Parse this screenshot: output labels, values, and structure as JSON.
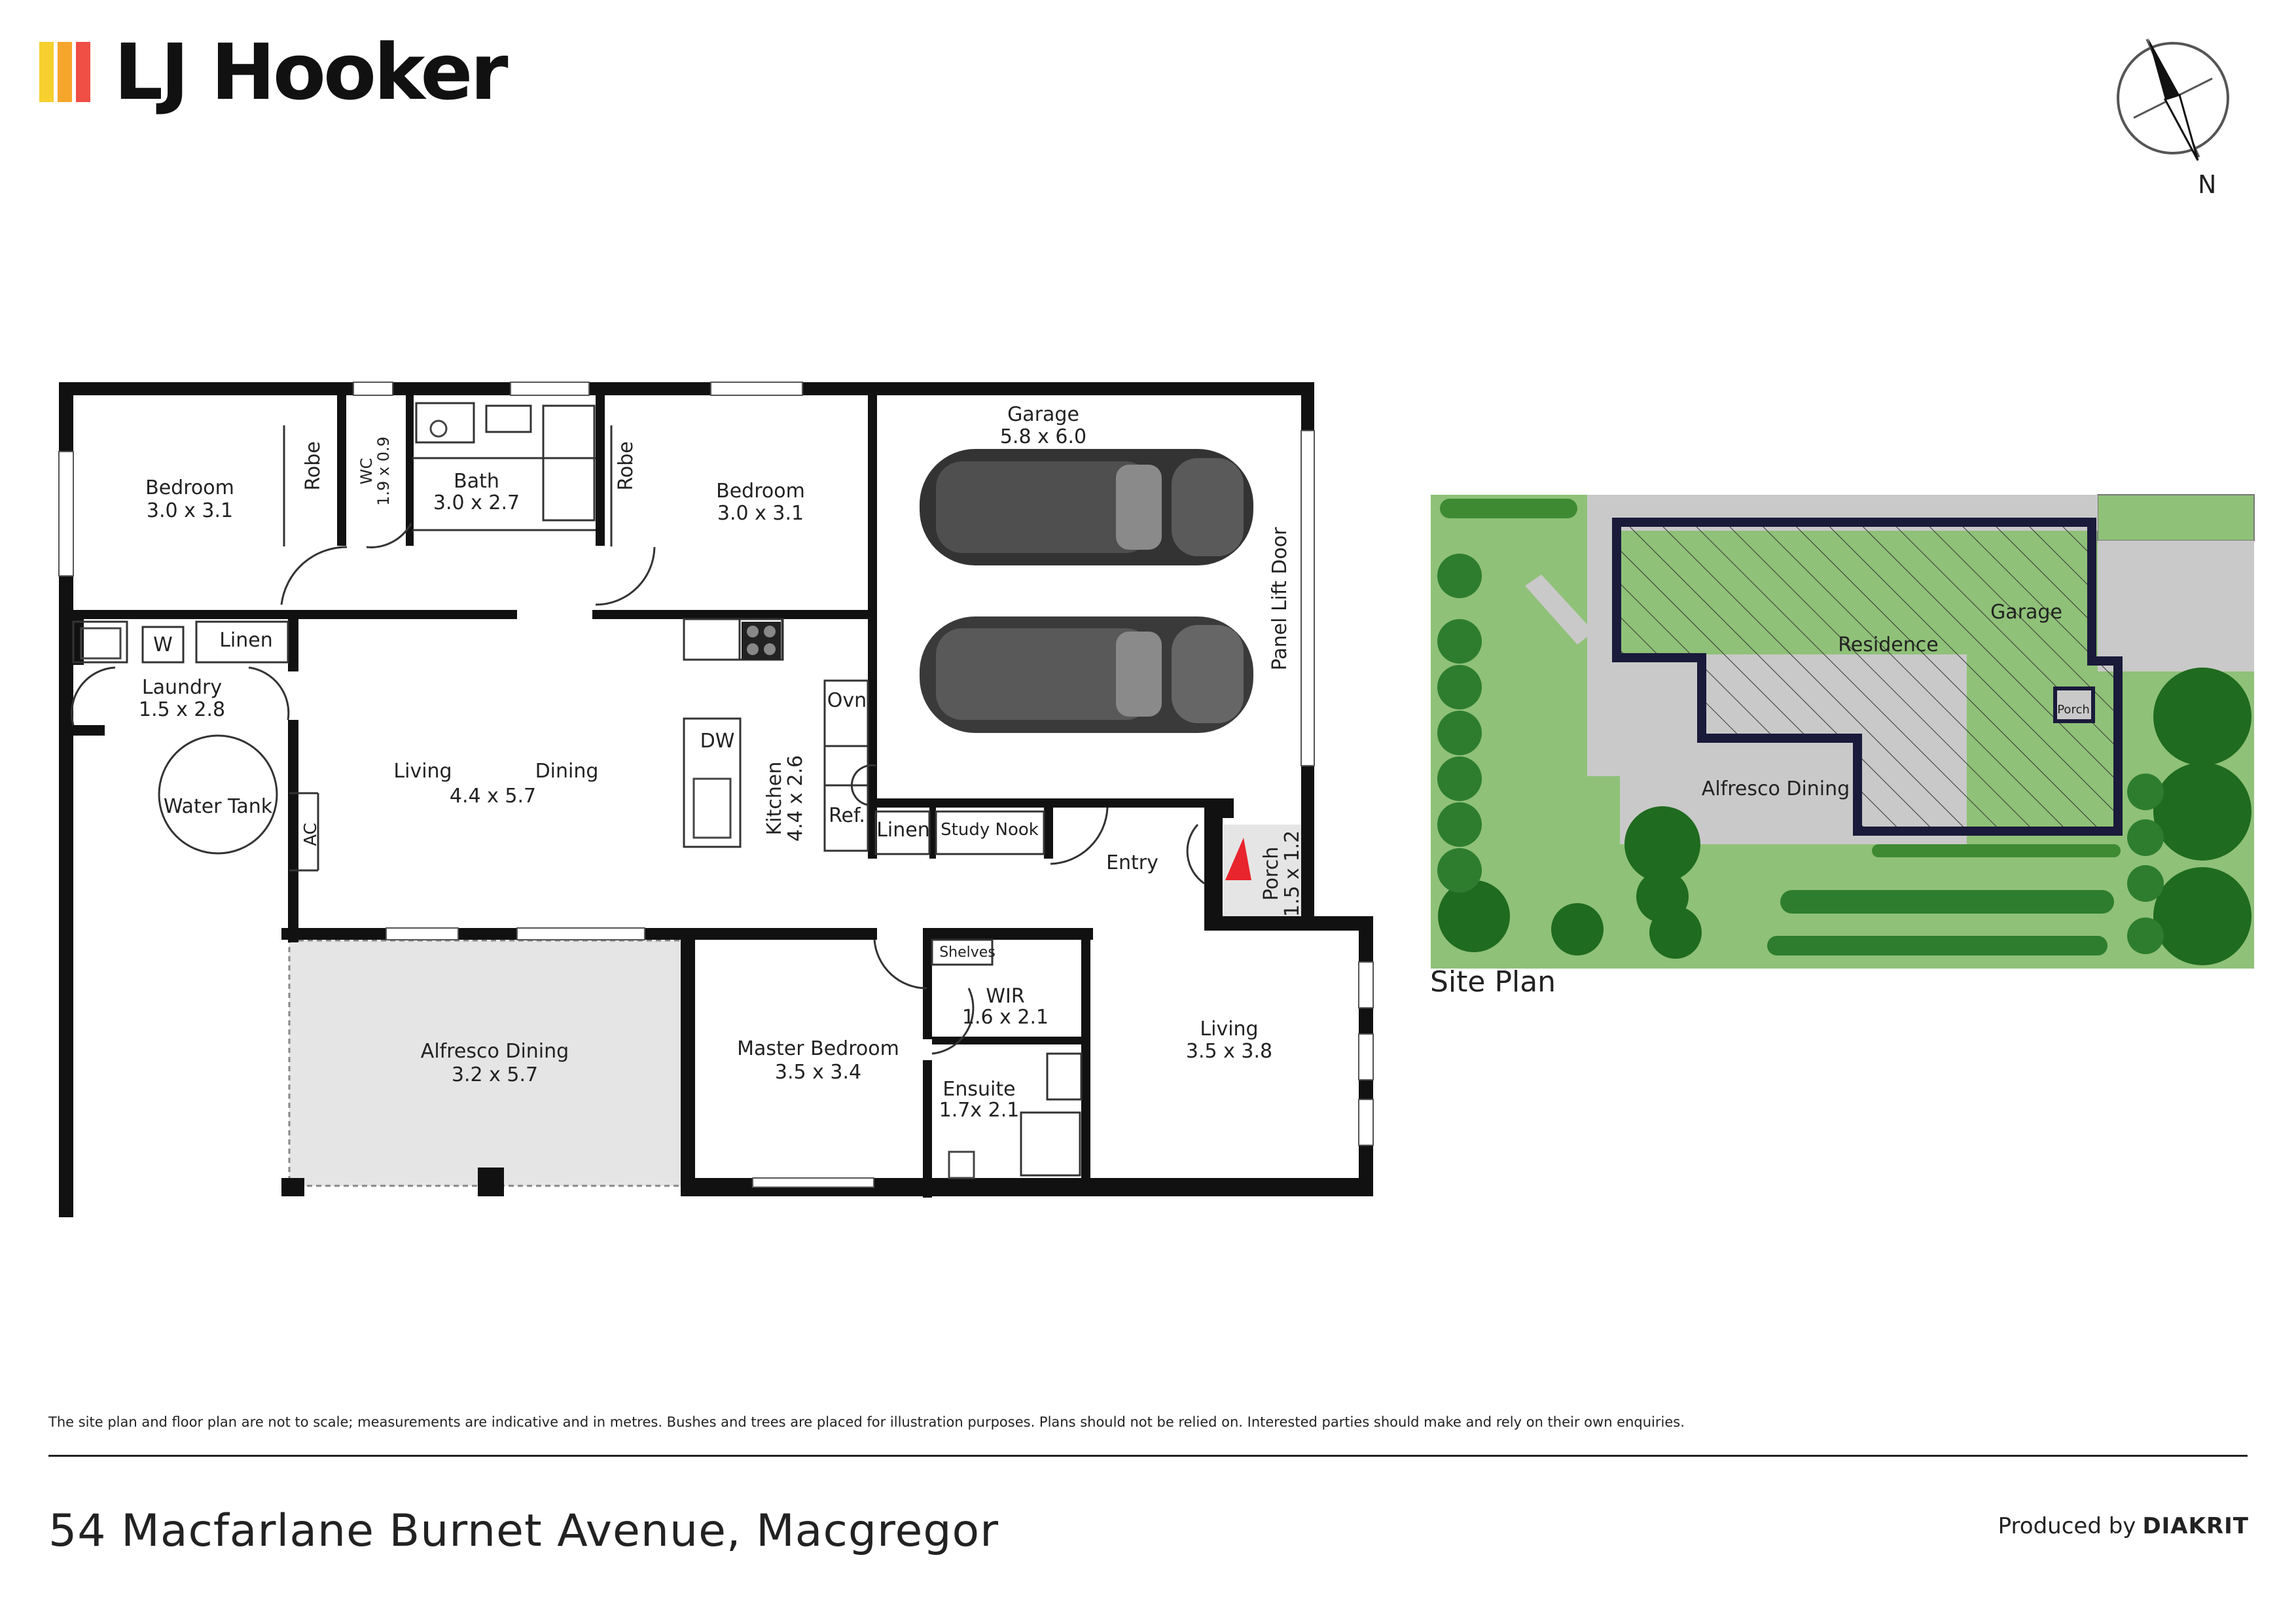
{
  "brand": {
    "name": "LJ Hooker",
    "bar_colors": [
      "#f7cf2e",
      "#f7a62c",
      "#ef4f45"
    ]
  },
  "compass": {
    "label": "N"
  },
  "floor_plan": {
    "rooms": [
      {
        "id": "bedroom-1",
        "name": "Bedroom",
        "size": "3.0 x 3.1"
      },
      {
        "id": "robe-1",
        "name": "Robe",
        "size": ""
      },
      {
        "id": "wc",
        "name": "WC",
        "size": "1.9 x 0.9"
      },
      {
        "id": "bath",
        "name": "Bath",
        "size": "3.0 x 2.7"
      },
      {
        "id": "robe-2",
        "name": "Robe",
        "size": ""
      },
      {
        "id": "bedroom-2",
        "name": "Bedroom",
        "size": "3.0 x 3.1"
      },
      {
        "id": "garage",
        "name": "Garage",
        "size": "5.8 x 6.0"
      },
      {
        "id": "panel-lift-door",
        "name": "Panel Lift Door",
        "size": ""
      },
      {
        "id": "laundry",
        "name": "Laundry",
        "size": "1.5 x 2.8"
      },
      {
        "id": "laundry-w",
        "name": "W",
        "size": ""
      },
      {
        "id": "laundry-linen",
        "name": "Linen",
        "size": ""
      },
      {
        "id": "water-tank",
        "name": "Water Tank",
        "size": ""
      },
      {
        "id": "ac",
        "name": "AC",
        "size": ""
      },
      {
        "id": "living",
        "name": "Living",
        "size": ""
      },
      {
        "id": "dining",
        "name": "Dining",
        "size": "4.4 x 5.7"
      },
      {
        "id": "dw",
        "name": "DW",
        "size": ""
      },
      {
        "id": "kitchen",
        "name": "Kitchen",
        "size": "4.4 x 2.6"
      },
      {
        "id": "oven",
        "name": "Ovn",
        "size": ""
      },
      {
        "id": "fridge",
        "name": "Ref.",
        "size": ""
      },
      {
        "id": "hall-linen",
        "name": "Linen",
        "size": ""
      },
      {
        "id": "study-nook",
        "name": "Study Nook",
        "size": ""
      },
      {
        "id": "entry",
        "name": "Entry",
        "size": ""
      },
      {
        "id": "porch",
        "name": "Porch",
        "size": "1.5 x 1.2"
      },
      {
        "id": "alfresco",
        "name": "Alfresco Dining",
        "size": "3.2 x 5.7"
      },
      {
        "id": "master",
        "name": "Master Bedroom",
        "size": "3.5 x 3.4"
      },
      {
        "id": "shelves",
        "name": "Shelves",
        "size": ""
      },
      {
        "id": "wir",
        "name": "WIR",
        "size": "1.6 x 2.1"
      },
      {
        "id": "ensuite",
        "name": "Ensuite",
        "size": "1.7x 2.1"
      },
      {
        "id": "living-2",
        "name": "Living",
        "size": "3.5 x 3.8"
      }
    ]
  },
  "site_plan": {
    "title": "Site Plan",
    "labels": [
      "Residence",
      "Garage",
      "Porch",
      "Alfresco Dining"
    ],
    "colors": {
      "lawn": "#8fc178",
      "garden_bed": "#a8d596",
      "paving": "#c9c9c9",
      "tree": "#1f6b1f",
      "bush": "#3e8a32"
    }
  },
  "footer": {
    "disclaimer": "The site plan and floor plan are not to scale; measurements are indicative and in metres. Bushes and trees are placed for illustration purposes. Plans should not be relied on. Interested parties should make and rely on their own enquiries.",
    "address": "54 Macfarlane Burnet Avenue, Macgregor",
    "produced_by_prefix": "Produced by",
    "produced_by_brand": "DIAKRIT"
  }
}
